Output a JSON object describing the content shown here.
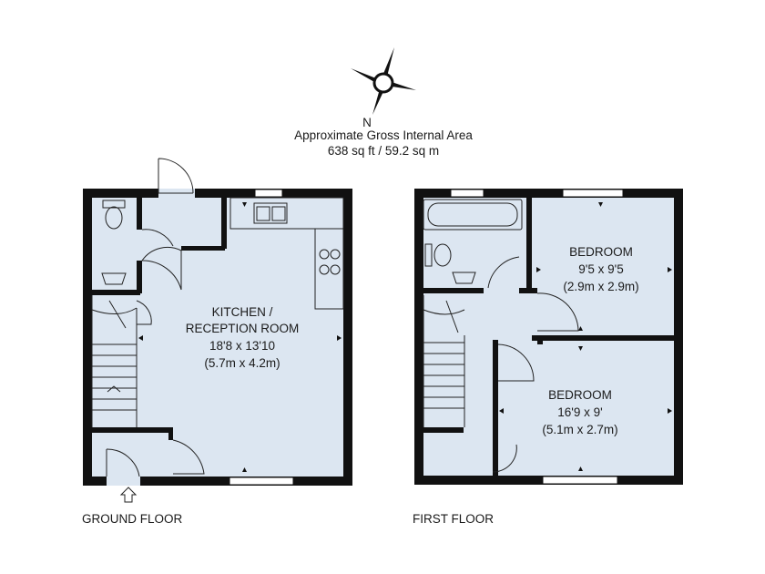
{
  "compass": {
    "north_label": "N"
  },
  "area": {
    "line1": "Approximate Gross Internal Area",
    "line2": "638 sq ft / 59.2 sq m"
  },
  "ground_floor": {
    "label": "GROUND FLOOR",
    "kitchen": {
      "name_line1": "KITCHEN /",
      "name_line2": "RECEPTION ROOM",
      "dims_imperial": "18'8 x 13'10",
      "dims_metric": "(5.7m x 4.2m)"
    }
  },
  "first_floor": {
    "label": "FIRST FLOOR",
    "bedroom1": {
      "name": "BEDROOM",
      "dims_imperial": "9'5 x 9'5",
      "dims_metric": "(2.9m x 2.9m)"
    },
    "bedroom2": {
      "name": "BEDROOM",
      "dims_imperial": "16'9 x 9'",
      "dims_metric": "(5.1m x 2.7m)"
    }
  },
  "colors": {
    "room_fill": "#dce6f1",
    "wall": "#111111"
  }
}
